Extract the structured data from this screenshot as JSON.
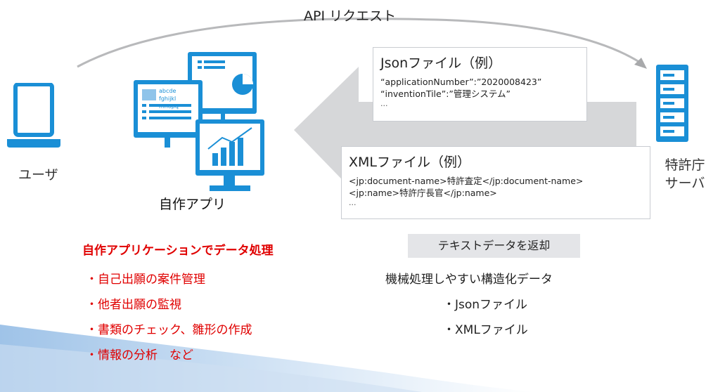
{
  "arc_label": "API リクエスト",
  "user_label": "ユーザ",
  "app_label": "自作アプリ",
  "server_label": [
    "特許庁",
    "サーバ"
  ],
  "json_box": {
    "title": "Jsonファイル（例）",
    "lines": [
      "“applicationNumber”:”2020008423”",
      "“inventionTile”:”管理システム”"
    ],
    "ellipsis": "..."
  },
  "xml_box": {
    "title": "XMLファイル（例）",
    "lines": [
      "<jp:document-name>特許査定</jp:document-name>",
      "<jp:name>特許庁長官</jp:name>"
    ],
    "ellipsis": "..."
  },
  "screen_text": [
    "abcde",
    "fghijkl",
    "mnopq"
  ],
  "left_panel": {
    "heading": "自作アプリケーションでデータ処理",
    "items": [
      "・自己出願の案件管理",
      "・他者出願の監視",
      "・書類のチェック、雛形の作成",
      "・情報の分析　など"
    ]
  },
  "right_panel": {
    "badge": "テキストデータを返却",
    "heading": "機械処理しやすい構造化データ",
    "items": [
      "・Jsonファイル",
      "・XMLファイル"
    ]
  },
  "colors": {
    "accent_blue": "#1a8fd6",
    "red_text": "#e00000",
    "grey_arrow": "#d6d7d9",
    "badge_bg": "#e4e5e8"
  }
}
